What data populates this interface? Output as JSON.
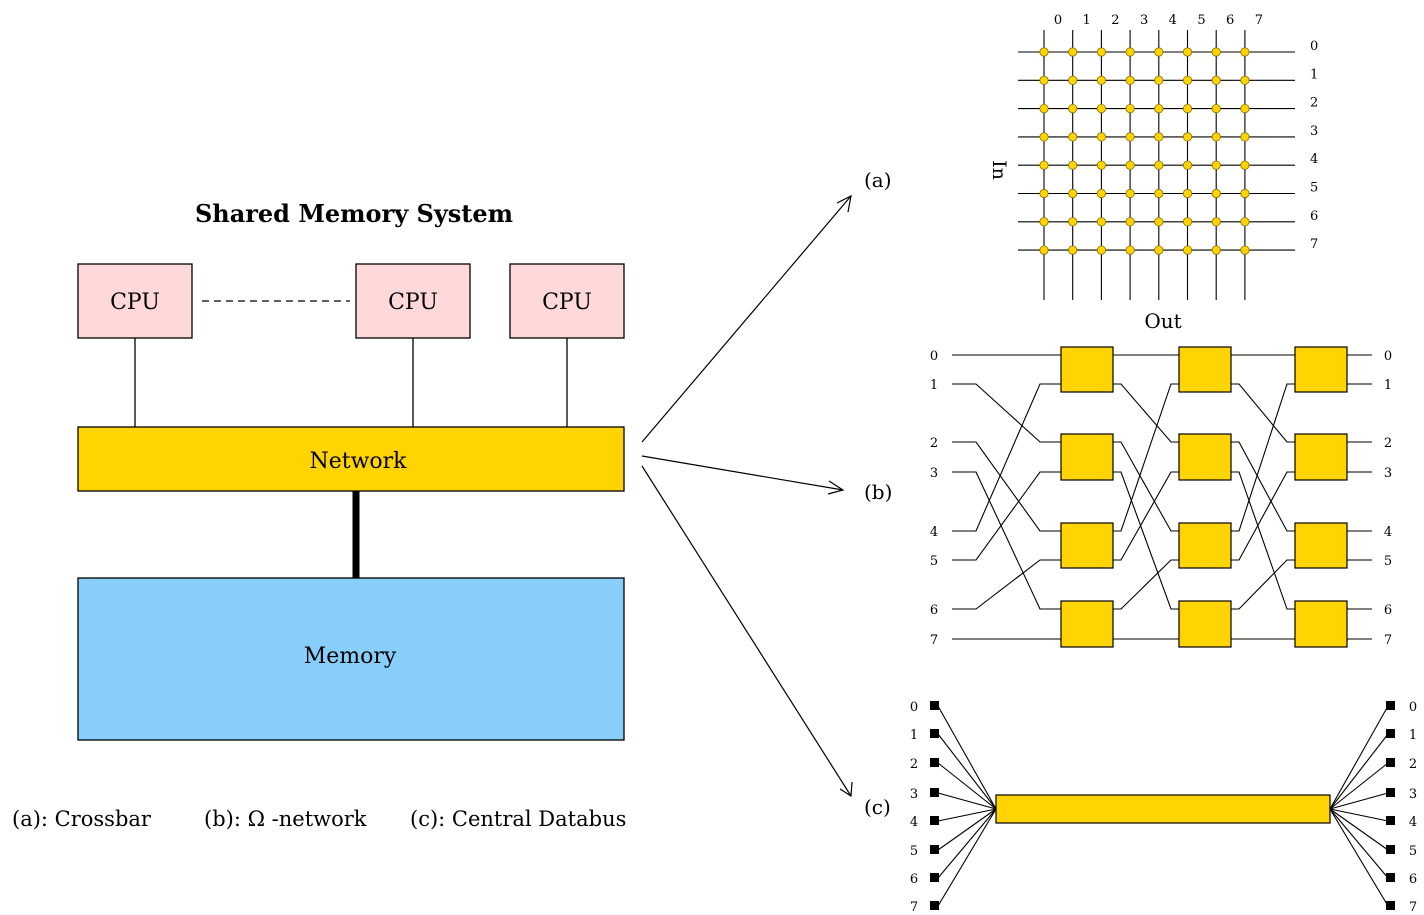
{
  "title": "Shared Memory System",
  "cpu_label": "CPU",
  "network_label": "Network",
  "memory_label": "Memory",
  "legend": {
    "a": "(a): Crossbar",
    "b": "(b): Ω -network",
    "c": "(c): Central Databus"
  },
  "markers": {
    "a": "(a)",
    "b": "(b)",
    "c": "(c)"
  },
  "crossbar": {
    "size": 8,
    "column_labels": [
      "0",
      "1",
      "2",
      "3",
      "4",
      "5",
      "6",
      "7"
    ],
    "row_labels": [
      "0",
      "1",
      "2",
      "3",
      "4",
      "5",
      "6",
      "7"
    ],
    "in_label": "In",
    "out_label": "Out"
  },
  "omega": {
    "left_labels": [
      "0",
      "1",
      "2",
      "3",
      "4",
      "5",
      "6",
      "7"
    ],
    "right_labels": [
      "0",
      "1",
      "2",
      "3",
      "4",
      "5",
      "6",
      "7"
    ]
  },
  "databus": {
    "left_labels": [
      "0",
      "1",
      "2",
      "3",
      "4",
      "5",
      "6",
      "7"
    ],
    "right_labels": [
      "0",
      "1",
      "2",
      "3",
      "4",
      "5",
      "6",
      "7"
    ]
  },
  "colors": {
    "cpu_fill": "#ffd9d9",
    "network_fill": "#ffd400",
    "memory_fill": "#87cefa",
    "switch_fill": "#ffd400",
    "node_fill": "#ffd400",
    "line": "#000000"
  }
}
